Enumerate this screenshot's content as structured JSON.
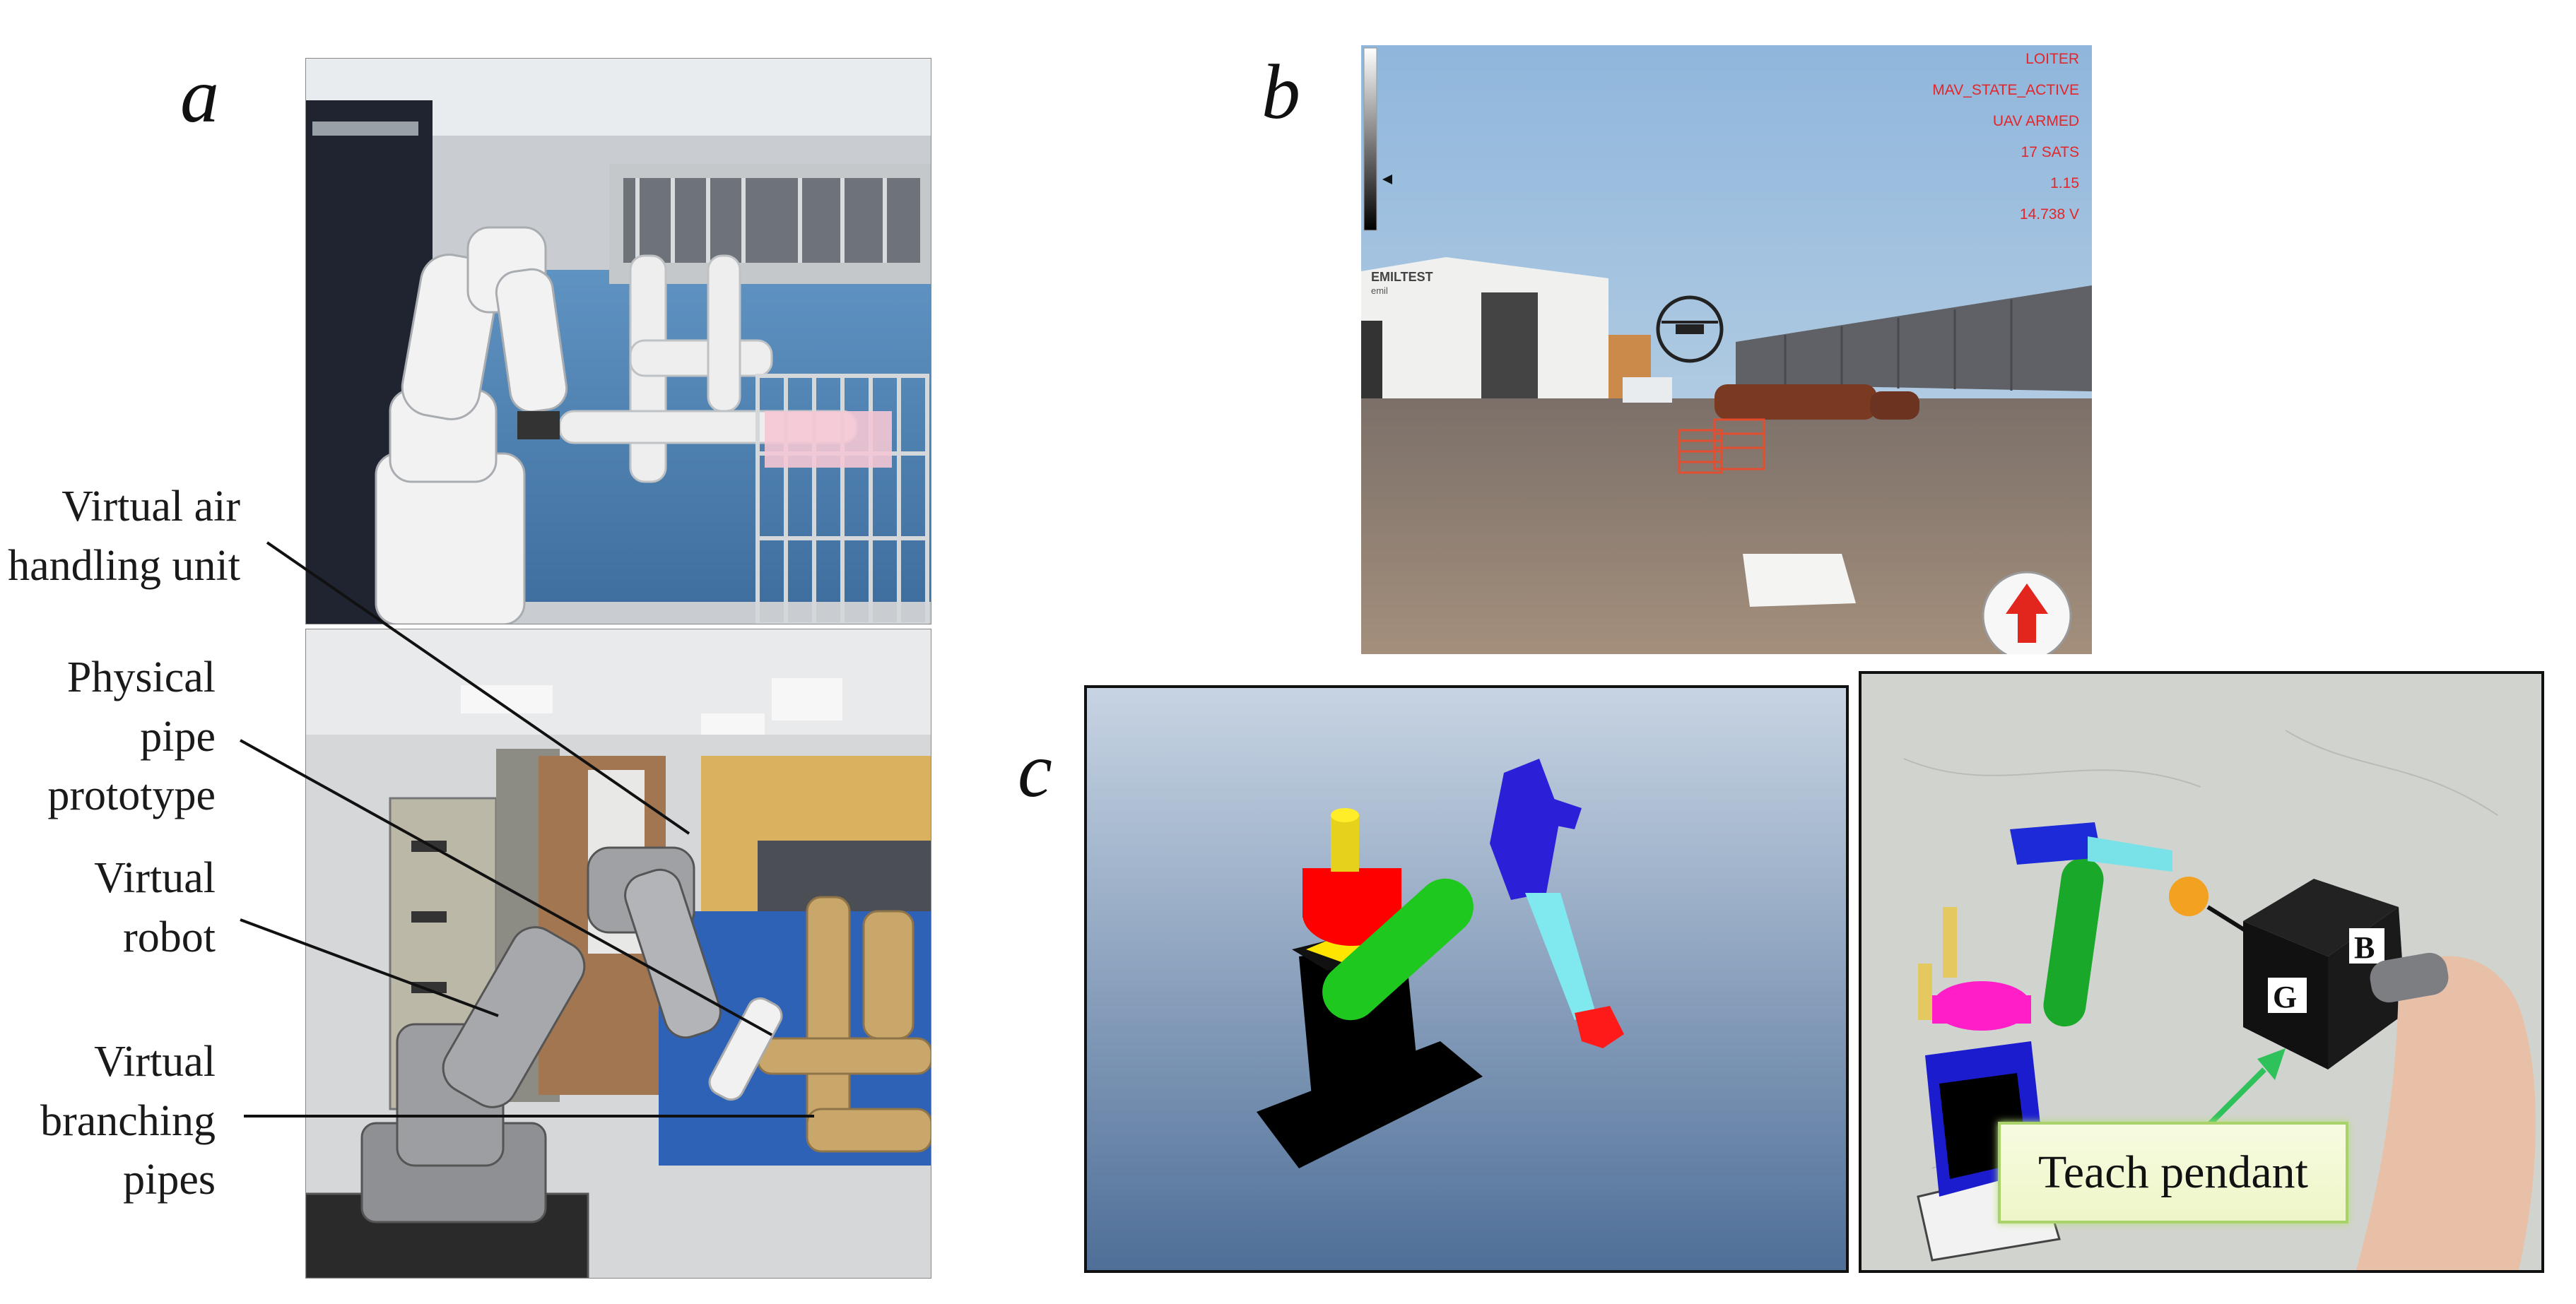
{
  "panels": {
    "a": {
      "letter": "a",
      "labels": [
        "Virtual air\nhandling unit",
        "Physical\npipe\nprototype",
        "Virtual\nrobot",
        "Virtual\nbranching\npipes"
      ]
    },
    "b": {
      "letter": "b",
      "hud": [
        "LOITER",
        "MAV_STATE_ACTIVE",
        "UAV ARMED",
        "17 SATS",
        "1.15",
        "14.738 V"
      ],
      "building_sign": "EMILTEST",
      "building_sign_sub": "emil"
    },
    "c": {
      "letter": "c",
      "callout": "Teach pendant"
    }
  },
  "colors": {
    "hud_text": "#e2262a",
    "sky": "#a9c8e3",
    "callout_border": "#a9d26a",
    "arrow": "#2fc25a"
  }
}
